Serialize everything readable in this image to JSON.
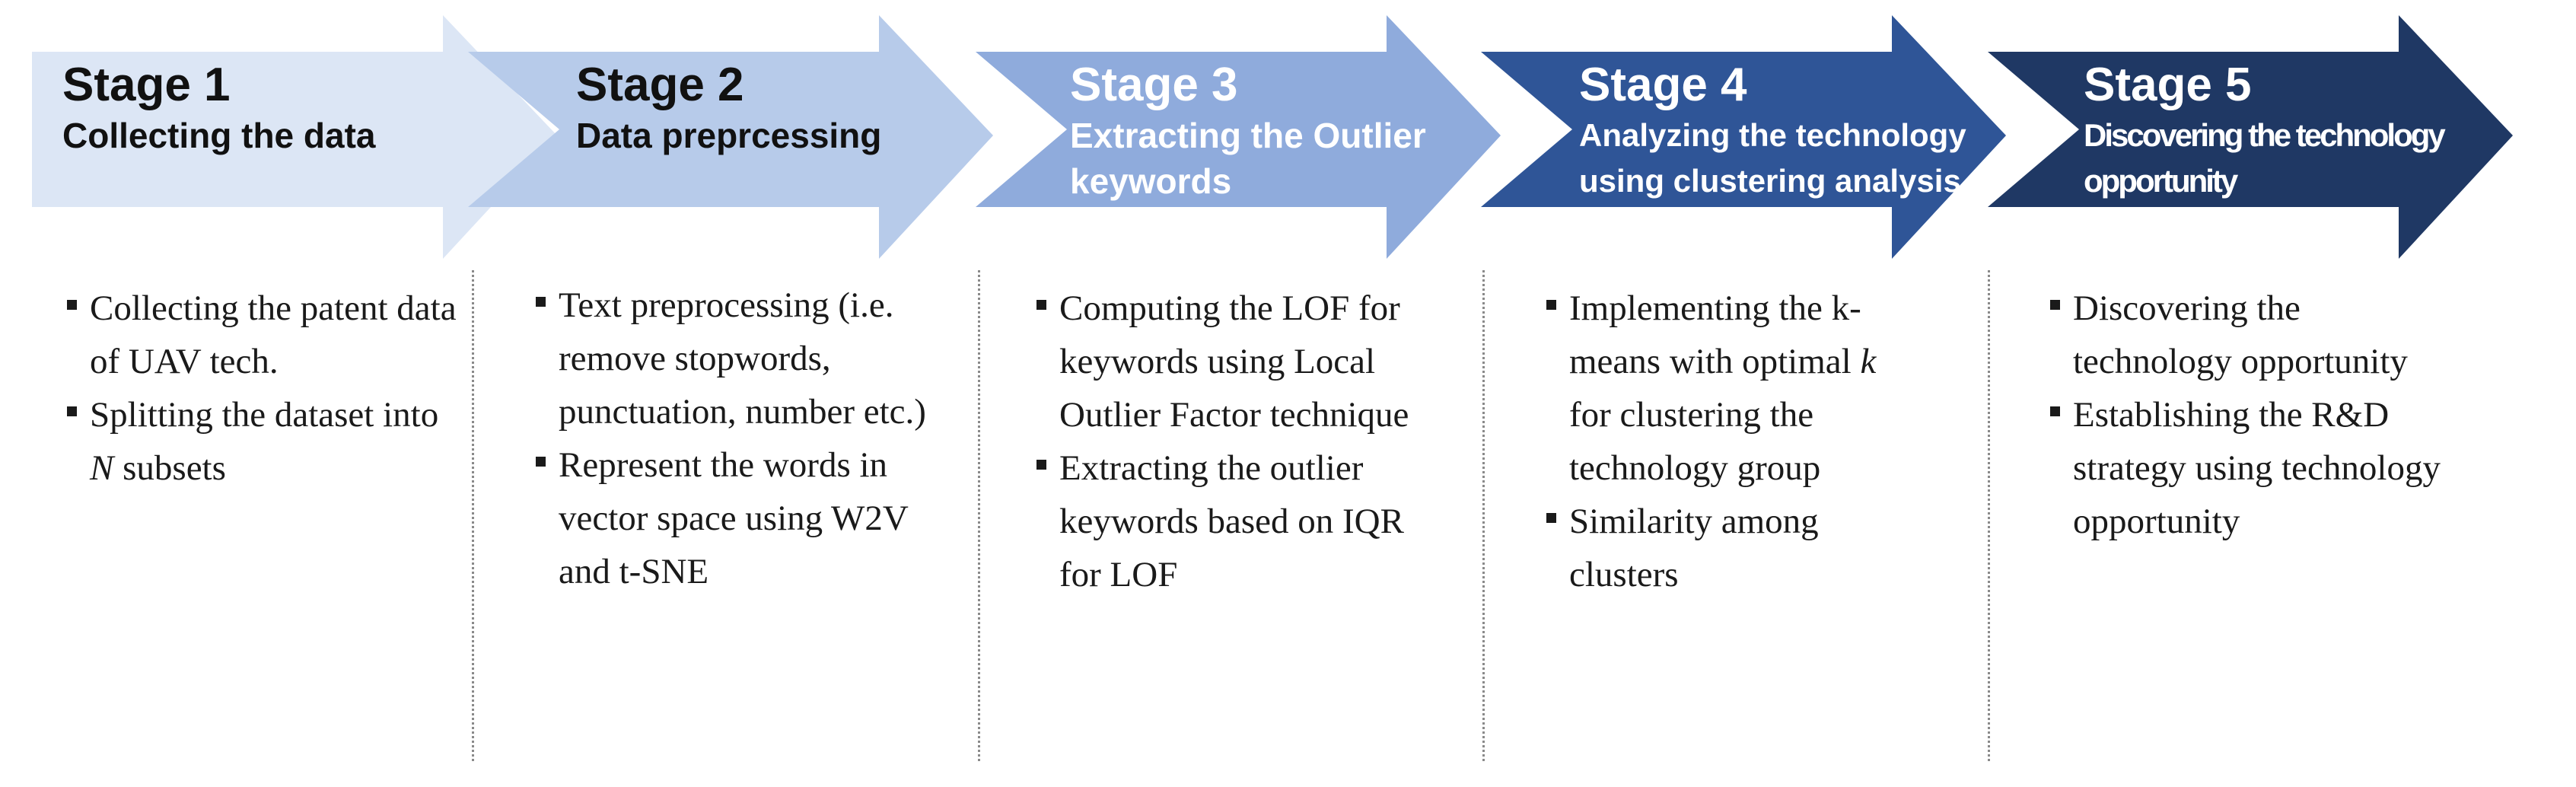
{
  "stages": [
    {
      "title": "Stage 1",
      "subtitle": [
        "Collecting the data"
      ],
      "fill": "#dce6f5",
      "text_color": "#111111",
      "bullets": [
        {
          "parts": [
            {
              "t": "Collecting the patent data of UAV tech."
            }
          ]
        },
        {
          "parts": [
            {
              "t": "Splitting the dataset into "
            },
            {
              "t": "N",
              "i": true
            },
            {
              "t": " subsets"
            }
          ]
        }
      ]
    },
    {
      "title": "Stage 2",
      "subtitle": [
        "Data preprcessing"
      ],
      "fill": "#b7cbea",
      "text_color": "#111111",
      "bullets": [
        {
          "parts": [
            {
              "t": "Text preprocessing (i.e. remove stopwords, punctuation, number etc.)"
            }
          ]
        },
        {
          "parts": [
            {
              "t": "Represent the words in vector space using W2V and t-SNE"
            }
          ]
        }
      ]
    },
    {
      "title": "Stage 3",
      "subtitle": [
        "Extracting the Outlier",
        "keywords"
      ],
      "fill": "#8fabdc",
      "text_color": "#ffffff",
      "bullets": [
        {
          "parts": [
            {
              "t": "Computing the LOF for keywords using Local Outlier Factor technique"
            }
          ]
        },
        {
          "parts": [
            {
              "t": "Extracting the outlier keywords based on IQR for LOF"
            }
          ]
        }
      ]
    },
    {
      "title": "Stage 4",
      "subtitle": [
        "Analyzing the technology",
        "using clustering analysis"
      ],
      "fill": "#2f5597",
      "text_color": "#ffffff",
      "bullets": [
        {
          "parts": [
            {
              "t": "Implementing the k-means with optimal "
            },
            {
              "t": "k",
              "i": true
            },
            {
              "t": " for clustering the technology group"
            }
          ]
        },
        {
          "parts": [
            {
              "t": "Similarity among clusters"
            }
          ]
        }
      ]
    },
    {
      "title": "Stage 5",
      "subtitle": [
        "Discovering the technology",
        "opportunity"
      ],
      "fill": "#1f3864",
      "text_color": "#ffffff",
      "bullets": [
        {
          "parts": [
            {
              "t": "Discovering the technology opportunity"
            }
          ]
        },
        {
          "parts": [
            {
              "t": "Establishing the R&D strategy using technology opportunity"
            }
          ]
        }
      ]
    }
  ]
}
